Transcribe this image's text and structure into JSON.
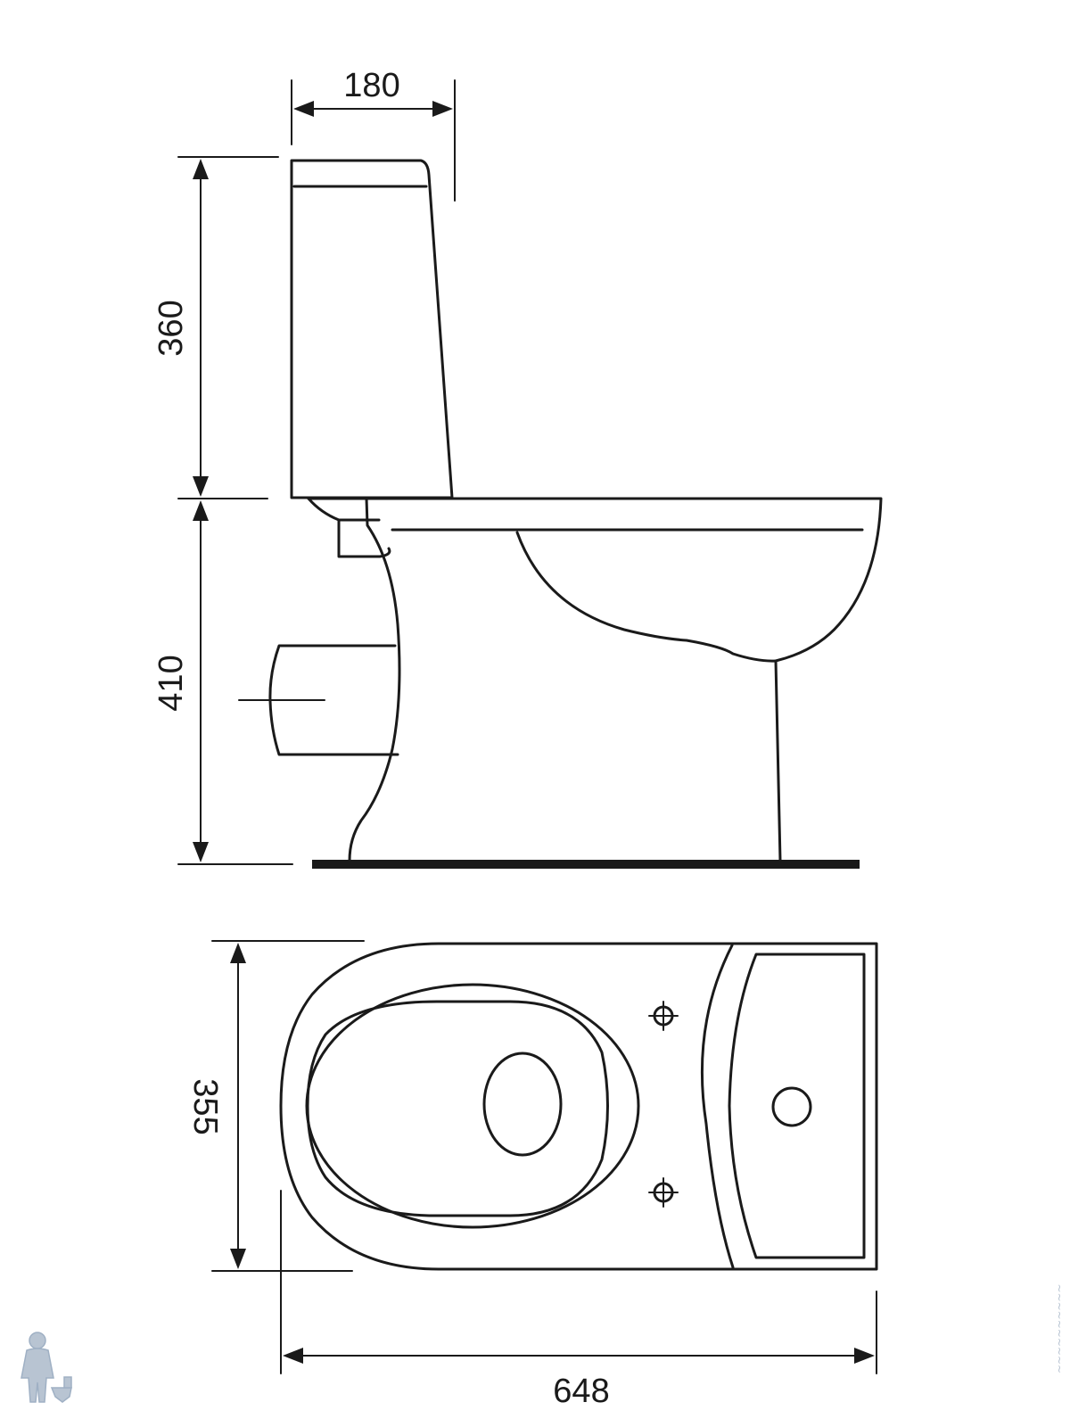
{
  "dimensions": {
    "tank_width": "180",
    "tank_height": "360",
    "bowl_height": "410",
    "top_width": "355",
    "total_length": "648"
  },
  "colors": {
    "line": "#1a1a1a",
    "watermark": "#b8c4d2"
  },
  "watermark": {
    "icon": "plumber-with-toilet-logo"
  }
}
